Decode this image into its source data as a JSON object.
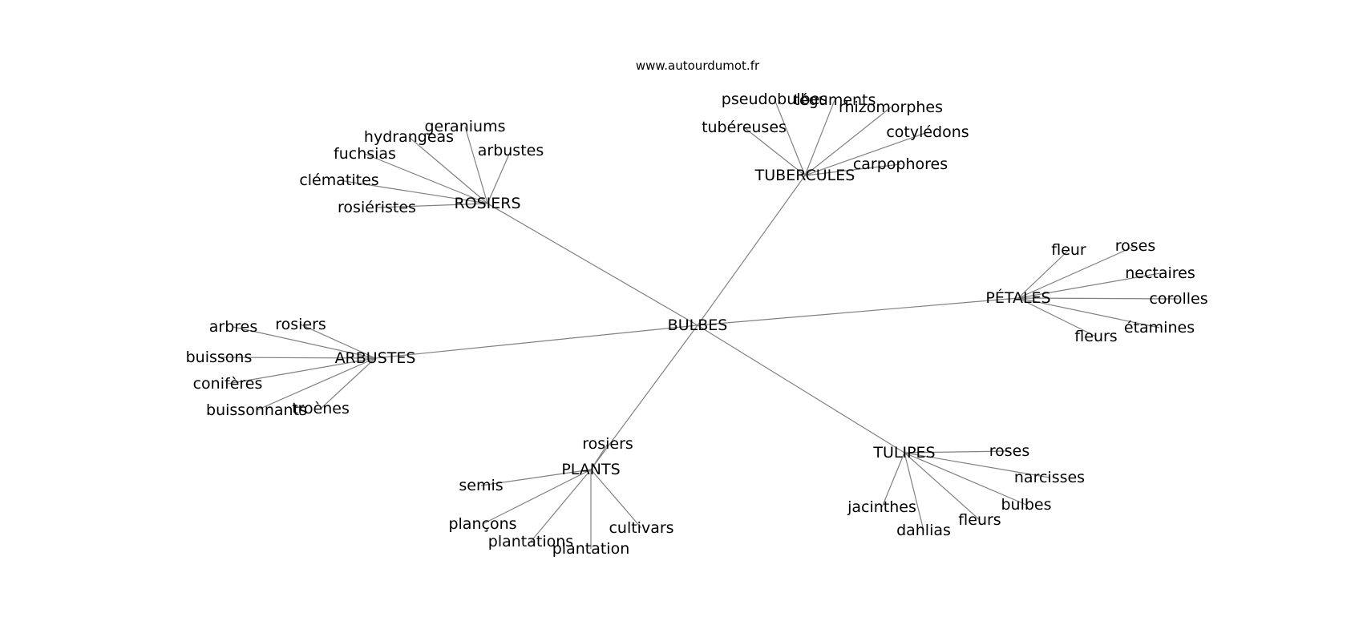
{
  "header": {
    "site_url": "www.autourdumot.fr"
  },
  "graph": {
    "center": "BULBES",
    "clusters": [
      {
        "hub": "ROSIERS",
        "leaves": [
          "geraniums",
          "hydrangeas",
          "fuchsias",
          "arbustes",
          "clématites",
          "rosiéristes"
        ]
      },
      {
        "hub": "TUBERCULES",
        "leaves": [
          "pseudobulbes",
          "téguments",
          "rhizomorphes",
          "tubéreuses",
          "cotylédons",
          "carpophores"
        ]
      },
      {
        "hub": "PÉTALES",
        "leaves": [
          "fleur",
          "roses",
          "nectaires",
          "corolles",
          "étamines",
          "fleurs"
        ]
      },
      {
        "hub": "ARBUSTES",
        "leaves": [
          "arbres",
          "rosiers",
          "buissons",
          "conifères",
          "buissonnants",
          "troènes"
        ]
      },
      {
        "hub": "PLANTS",
        "leaves": [
          "rosiers",
          "semis",
          "plançons",
          "plantations",
          "plantation",
          "cultivars"
        ]
      },
      {
        "hub": "TULIPES",
        "leaves": [
          "roses",
          "narcisses",
          "bulbes",
          "fleurs",
          "dahlias",
          "jacinthes"
        ]
      }
    ]
  }
}
